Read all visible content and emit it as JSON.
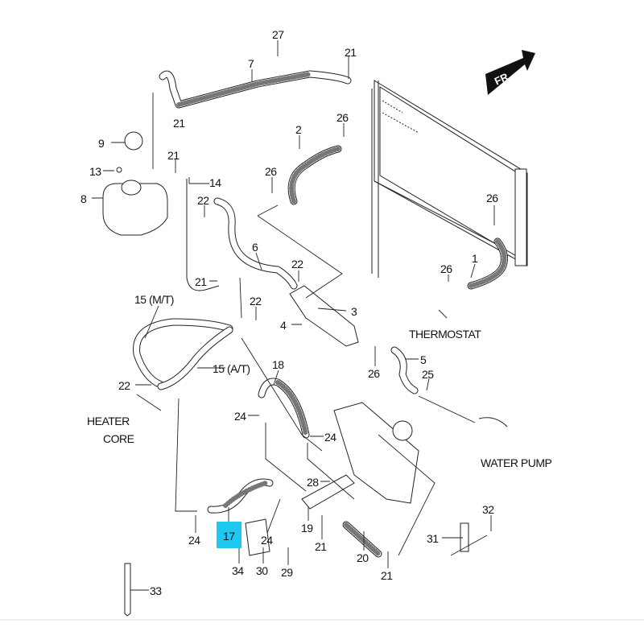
{
  "diagram": {
    "direction_badge": "FR",
    "highlight_color": "#1ec8f0",
    "highlighted_part": "17",
    "callouts": [
      "27",
      "7",
      "21",
      "21",
      "9",
      "2",
      "26",
      "21",
      "13",
      "14",
      "8",
      "26",
      "22",
      "26",
      "6",
      "22",
      "1",
      "26",
      "21",
      "15 (M/T)",
      "22",
      "3",
      "4",
      "5",
      "15 (A/T)",
      "18",
      "26",
      "25",
      "22",
      "24",
      "24",
      "28",
      "24",
      "32",
      "17",
      "19",
      "31",
      "24",
      "21",
      "20",
      "34",
      "30",
      "29",
      "21",
      "33"
    ],
    "component_labels": {
      "thermostat": "THERMOSTAT",
      "heater_core_line1": "HEATER",
      "heater_core_line2": "CORE",
      "water_pump": "WATER PUMP"
    }
  }
}
